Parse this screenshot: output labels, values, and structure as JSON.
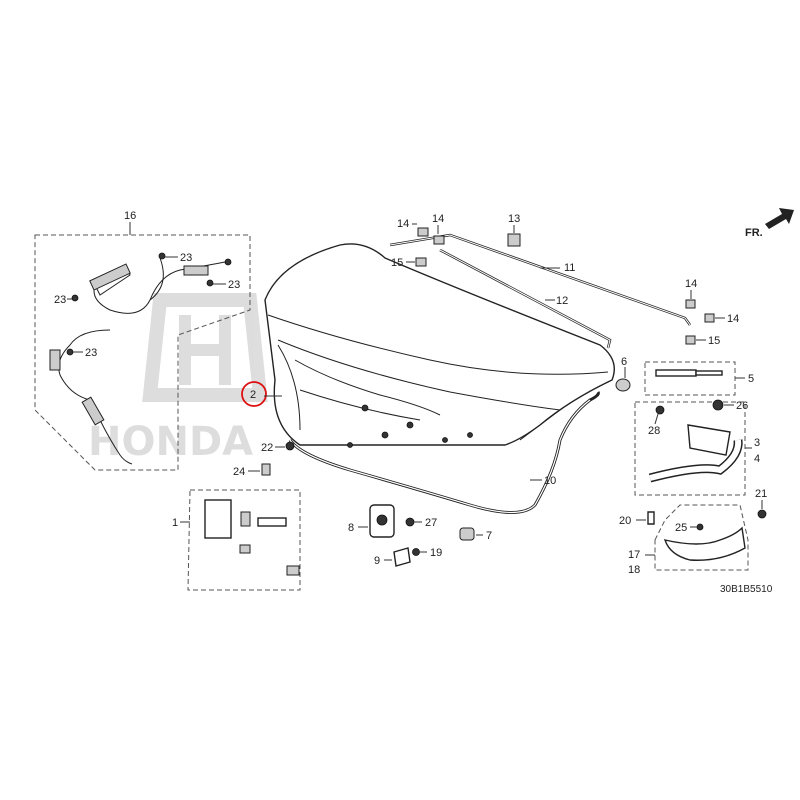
{
  "diagram": {
    "orientation_mark": "FR.",
    "code": "30B1B5510",
    "highlighted_label": "2",
    "logo_text": "HONDA",
    "callouts": {
      "c1": "1",
      "c2": "2",
      "c3": "3",
      "c4": "4",
      "c5": "5",
      "c6": "6",
      "c7": "7",
      "c8": "8",
      "c9": "9",
      "c10": "10",
      "c11": "11",
      "c12": "12",
      "c13": "13",
      "c14a": "14",
      "c14b": "14",
      "c14c": "14",
      "c14d": "14",
      "c15a": "15",
      "c15b": "15",
      "c16": "16",
      "c17": "17",
      "c18": "18",
      "c19": "19",
      "c20": "20",
      "c21": "21",
      "c22": "22",
      "c23a": "23",
      "c23b": "23",
      "c23c": "23",
      "c23d": "23",
      "c24": "24",
      "c25": "25",
      "c26": "26",
      "c27": "27",
      "c28": "28"
    }
  }
}
